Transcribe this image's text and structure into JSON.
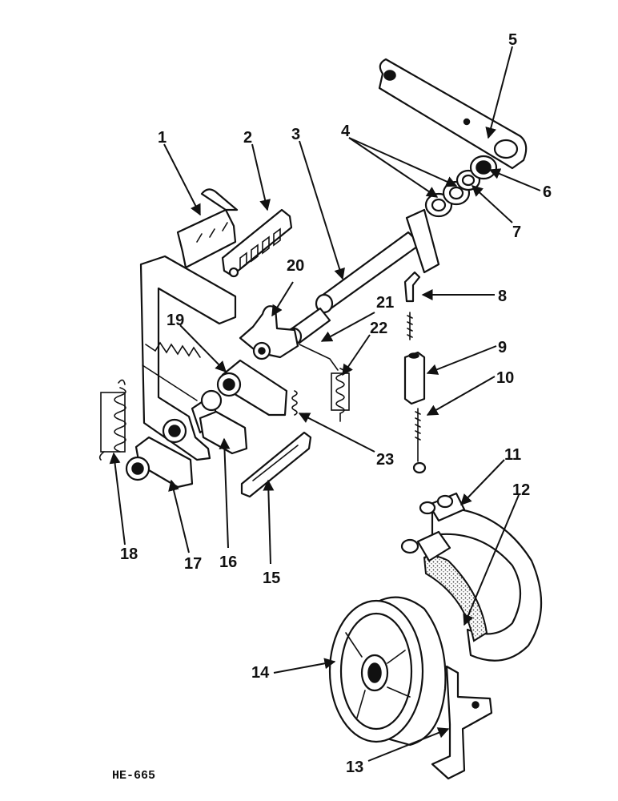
{
  "callouts": {
    "c1": "1",
    "c2": "2",
    "c3": "3",
    "c4": "4",
    "c5": "5",
    "c6": "6",
    "c7": "7",
    "c8": "8",
    "c9": "9",
    "c10": "10",
    "c11": "11",
    "c12": "12",
    "c13": "13",
    "c14": "14",
    "c15": "15",
    "c16": "16",
    "c17": "17",
    "c18": "18",
    "c19": "19",
    "c20": "20",
    "c21": "21",
    "c22": "22",
    "c23": "23"
  },
  "drawing_code": "HE-665"
}
